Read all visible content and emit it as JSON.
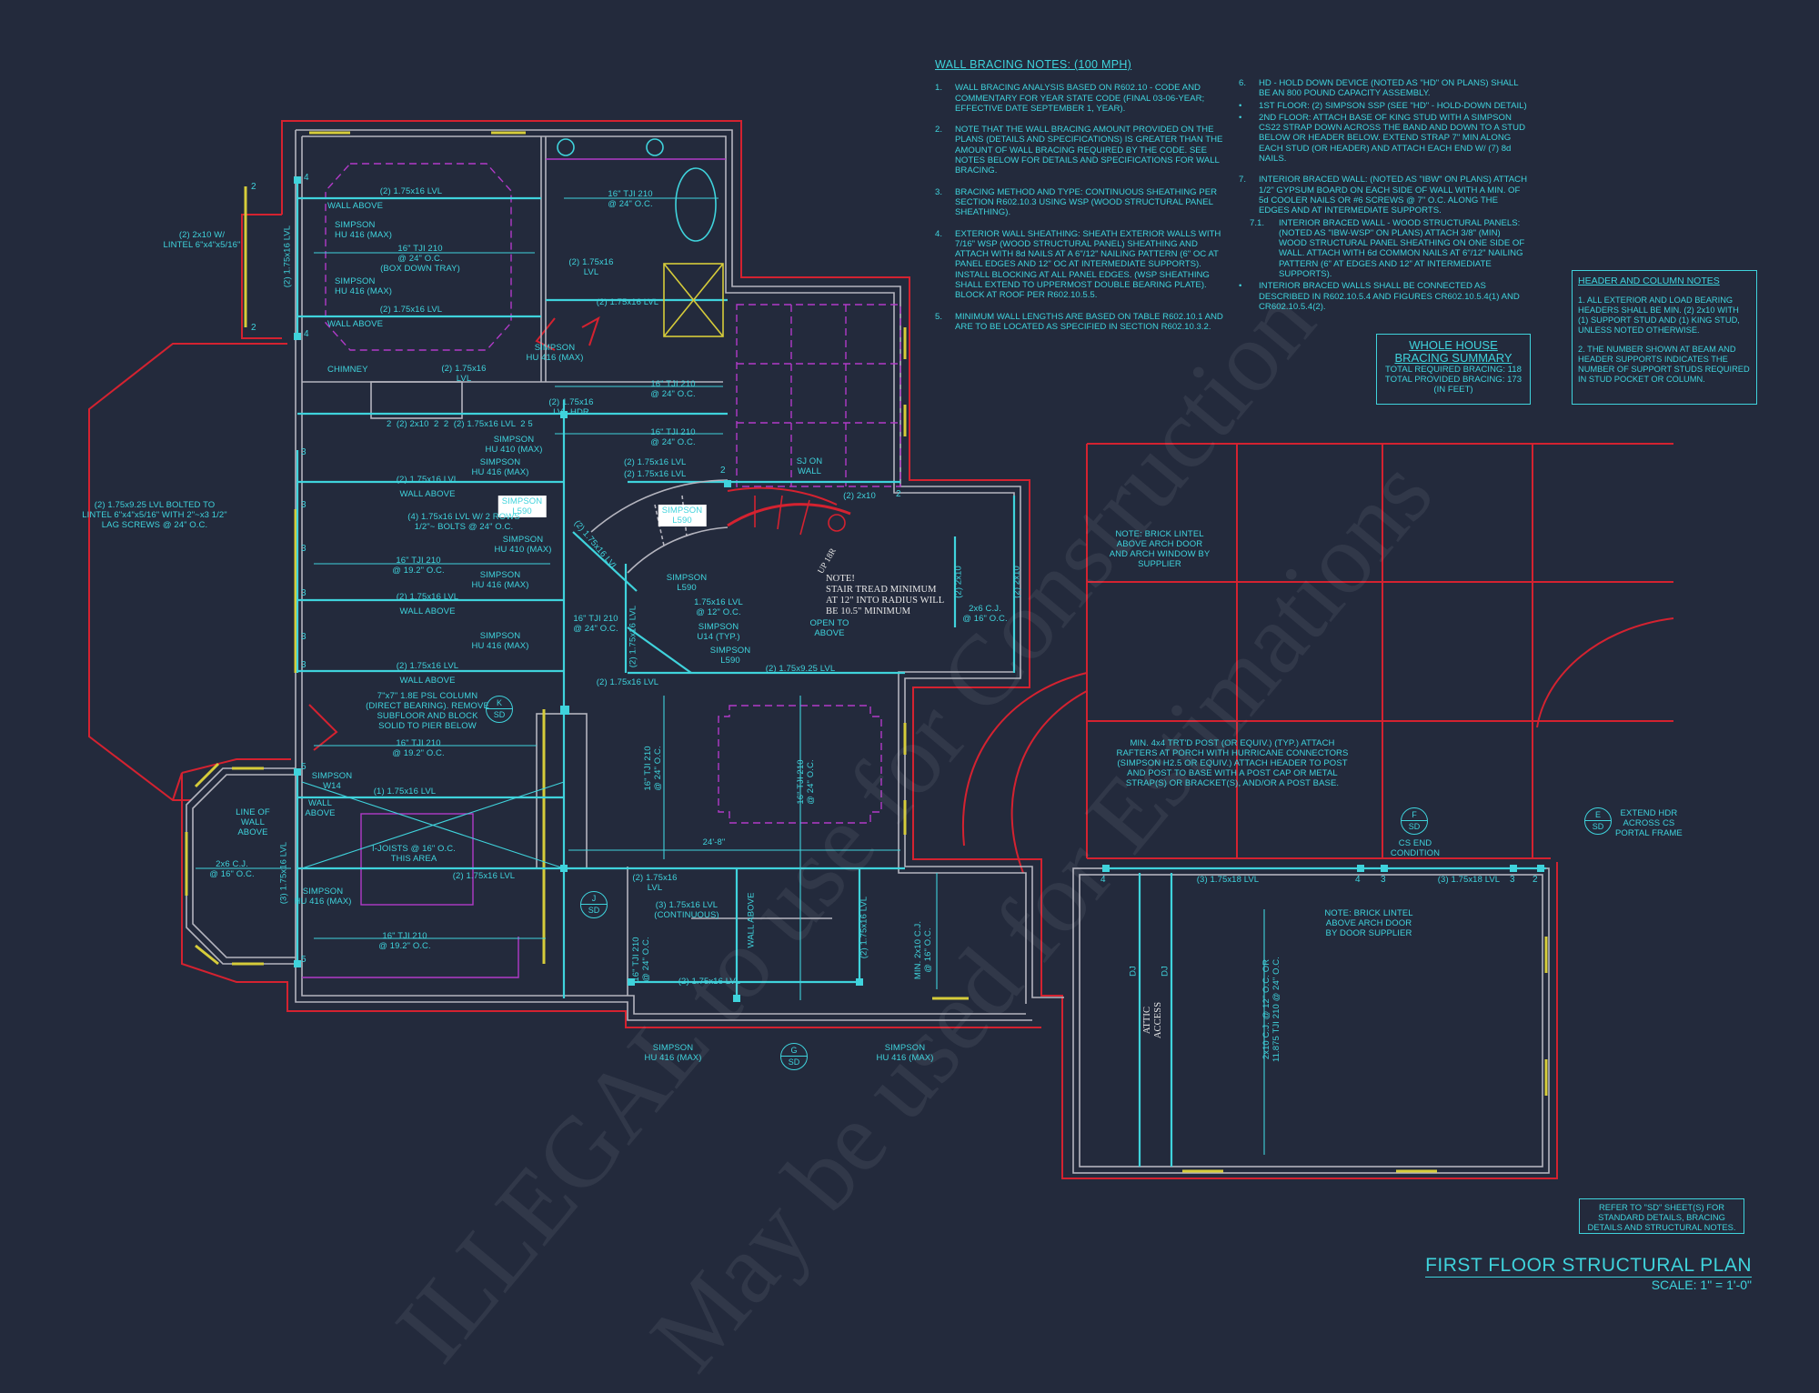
{
  "colors": {
    "background": "#232a3c",
    "structure": "#3fd3dc",
    "walls": "#b4b4be",
    "outline": "#d42230",
    "overhead": "#b13ac8",
    "windows": "#d6cc3a"
  },
  "wall_bracing_notes": {
    "title": "WALL BRACING NOTES: (100 MPH)",
    "items": [
      {
        "num": "1.",
        "text": "WALL BRACING ANALYSIS BASED ON R602.10 - CODE AND COMMENTARY FOR YEAR STATE CODE (FINAL 03-06-YEAR; EFFECTIVE DATE SEPTEMBER 1, YEAR)."
      },
      {
        "num": "2.",
        "text": "NOTE THAT THE WALL BRACING AMOUNT PROVIDED ON THE PLANS (DETAILS AND SPECIFICATIONS) IS GREATER THAN THE AMOUNT OF WALL BRACING REQUIRED BY THE CODE. SEE NOTES BELOW FOR DETAILS AND SPECIFICATIONS FOR WALL BRACING."
      },
      {
        "num": "3.",
        "text": "BRACING METHOD AND TYPE: CONTINUOUS SHEATHING PER SECTION R602.10.3 USING WSP (WOOD STRUCTURAL PANEL SHEATHING)."
      },
      {
        "num": "4.",
        "text": "EXTERIOR WALL SHEATHING: SHEATH EXTERIOR WALLS WITH 7/16\" WSP (WOOD STRUCTURAL PANEL) SHEATHING AND ATTACH WITH 8d NAILS AT A 6\"/12\" NAILING PATTERN (6\" OC AT PANEL EDGES AND 12\" OC AT INTERMEDIATE SUPPORTS). INSTALL BLOCKING AT ALL PANEL EDGES. (WSP SHEATHING SHALL EXTEND TO UPPERMOST DOUBLE BEARING PLATE). BLOCK AT ROOF PER R602.10.5.5."
      },
      {
        "num": "5.",
        "text": "MINIMUM WALL LENGTHS ARE BASED ON TABLE R602.10.1 AND ARE TO BE LOCATED AS SPECIFIED IN SECTION R602.10.3.2."
      }
    ]
  },
  "wall_bracing_notes_cont": [
    {
      "num": "6.",
      "text": "HD - HOLD DOWN DEVICE (NOTED AS \"HD\" ON PLANS) SHALL BE AN 800 POUND CAPACITY ASSEMBLY."
    },
    {
      "num": "•",
      "text": "1ST FLOOR: (2) SIMPSON SSP (SEE \"HD\" - HOLD-DOWN DETAIL)"
    },
    {
      "num": "•",
      "text": "2ND FLOOR: ATTACH BASE OF KING STUD WITH A SIMPSON CS22 STRAP DOWN ACROSS THE BAND AND DOWN TO A STUD BELOW OR HEADER BELOW. EXTEND STRAP 7\" MIN ALONG EACH STUD (OR HEADER) AND ATTACH EACH END W/ (7) 8d NAILS."
    },
    {
      "num": "7.",
      "text": "INTERIOR BRACED WALL: (NOTED AS \"IBW\" ON PLANS) ATTACH 1/2\" GYPSUM BOARD ON EACH SIDE OF WALL WITH A MIN. OF 5d COOLER NAILS OR #6 SCREWS @ 7\" O.C. ALONG THE EDGES AND AT INTERMEDIATE SUPPORTS."
    },
    {
      "num": "7.1.",
      "text": "INTERIOR BRACED WALL - WOOD STRUCTURAL PANELS: (NOTED AS \"IBW-WSP\" ON PLANS) ATTACH 3/8\" (MIN) WOOD STRUCTURAL PANEL SHEATHING ON ONE SIDE OF WALL. ATTACH WITH 6d COMMON NAILS AT 6\"/12\" NAILING PATTERN (6\" AT EDGES AND 12\" AT INTERMEDIATE SUPPORTS)."
    },
    {
      "num": "•",
      "text": "INTERIOR BRACED WALLS SHALL BE CONNECTED AS DESCRIBED IN R602.10.5.4 AND FIGURES CR602.10.5.4(1) AND CR602.10.5.4(2)."
    }
  ],
  "bracing_summary": {
    "title_line1": "WHOLE HOUSE",
    "title_line2": "BRACING SUMMARY",
    "required": "TOTAL REQUIRED BRACING: 118",
    "provided": "TOTAL PROVIDED BRACING: 173",
    "unit": "(IN FEET)"
  },
  "header_column_notes": {
    "title": "HEADER AND COLUMN NOTES",
    "items": [
      "1. ALL EXTERIOR AND LOAD BEARING HEADERS SHALL BE MIN. (2) 2x10 WITH (1) SUPPORT STUD AND (1) KING STUD, UNLESS NOTED OTHERWISE.",
      "2. THE NUMBER SHOWN AT BEAM AND HEADER SUPPORTS INDICATES THE NUMBER OF SUPPORT STUDS REQUIRED IN STUD POCKET OR COLUMN."
    ]
  },
  "refer_note": "REFER TO \"SD\" SHEET(S) FOR STANDARD DETAILS, BRACING DETAILS AND STRUCTURAL NOTES.",
  "drawing_title": "FIRST FLOOR STRUCTURAL PLAN",
  "drawing_scale": "SCALE: 1\" = 1'-0\"",
  "watermark": [
    "ILLEGAL to use for Construction",
    "May be used for Estimations"
  ],
  "bubbles": [
    {
      "top": "K",
      "bottom": "SD"
    },
    {
      "top": "J",
      "bottom": "SD"
    },
    {
      "top": "G",
      "bottom": "SD"
    },
    {
      "top": "F",
      "bottom": "SD"
    },
    {
      "top": "E",
      "bottom": "SD"
    }
  ],
  "support_counts": [
    "4",
    "4",
    "2",
    "2",
    "3",
    "3",
    "3",
    "3",
    "3",
    "3",
    "5",
    "5",
    "2",
    "2",
    "4",
    "4",
    "3",
    "2",
    "3"
  ],
  "plan": {
    "labels": [
      "(2) 2x10 W/\nLINTEL 6\"x4\"x5/16\"",
      "(2) 1.75x16 LVL",
      "WALL ABOVE",
      "SIMPSON\nHU 416 (MAX)",
      "16\" TJI 210\n@ 24\" O.C.\n(BOX DOWN TRAY)",
      "SIMPSON\nHU 416 (MAX)",
      "(2) 1.75x16 LVL",
      "WALL ABOVE",
      "(2) 1.75x16 LVL",
      "16\" TJI 210\n@ 24\" O.C.",
      "(2) 1.75x16\nLVL",
      "(2) 1.75x16 LVL",
      "SIMPSON\nHU 416 (MAX)",
      "CHIMNEY",
      "(2) 1.75x16\nLVL",
      "(2) 1.75x16\nLVL HDR",
      "16\" TJI 210\n@ 24\" O.C.",
      "2  (2) 2x10  2  2  (2) 1.75x16 LVL  2 5",
      "16\" TJI 210\n@ 24\" O.C.",
      "SIMPSON\nHU 410 (MAX)",
      "SIMPSON\nHU 416 (MAX)",
      "(2) 1.75x16 LVL",
      "WALL ABOVE",
      "SIMPSON\nL590",
      "(4) 1.75x16 LVL W/ 2 ROWS\n1/2\"~ BOLTS @ 24\" O.C.",
      "SIMPSON\nHU 410 (MAX)",
      "16\" TJI 210\n@ 19.2\" O.C.",
      "SIMPSON\nHU 416 (MAX)",
      "(2) 1.75x16 LVL",
      "WALL ABOVE",
      "SIMPSON\nHU 416 (MAX)",
      "(2) 1.75x16 LVL",
      "WALL ABOVE",
      "(2) 1.75x9.25 LVL BOLTED TO\nLINTEL 6\"x4\"x5/16\" WITH 2\"~x3 1/2\"\nLAG SCREWS @ 24\" O.C.",
      "7\"x7\" 1.8E PSL COLUMN\n(DIRECT BEARING). REMOVE\nSUBFLOOR AND BLOCK\nSOLID TO PIER BELOW",
      "16\" TJI 210\n@ 19.2\" O.C.",
      "SIMPSON\nW14",
      "(1) 1.75x16 LVL",
      "WALL\nABOVE",
      "LINE OF\nWALL\nABOVE",
      "I-JOISTS @ 16\" O.C.\nTHIS AREA",
      "(2) 1.75x16 LVL",
      "2x6 C.J.\n@ 16\" O.C.",
      "(3) 1.75x16 LVL",
      "SIMPSON\nHU 416 (MAX)",
      "16\" TJI 210\n@ 19.2\" O.C.",
      "(2) 1.75x16\nLVL",
      "(3) 1.75x16 LVL\n(CONTINUOUS)",
      "16\" TJI 210\n@ 24\" O.C.",
      "16\" TJI 210\n@ 24\" O.C.",
      "16\" TJI 210\n@ 24\" O.C.",
      "24'-8\"",
      "WALL ABOVE",
      "(2) 1.75x16 LVL",
      "MIN. 2x10 C.J.\n@ 16\" O.C.",
      "(2) 1.75x16 LVL",
      "SIMPSON\nHU 416 (MAX)",
      "SIMPSON\nHU 416 (MAX)",
      "(2) 1.75x16 LVL",
      "(2) 1.75x16 LVL",
      "SIMPSON\nL590",
      "SJ ON\nWALL",
      "(2) 2x10",
      "UP 18R",
      "NOTE!\nSTAIR TREAD MINIMUM\nAT 12\" INTO RADIUS WILL\nBE 10.5\" MINIMUM",
      "SIMPSON\nL590",
      "1.75x16 LVL\n@ 12\" O.C.",
      "SIMPSON\nU14 (TYP.)",
      "SIMPSON\nL590",
      "OPEN TO\nABOVE",
      "(2) 1.75x9.25 LVL",
      "(2) 1.75x16 LVL",
      "16\" TJI 210\n@ 24\" O.C.",
      "(2) 1.75x16 LVL",
      "(2) 1.75x16 LVL",
      "(2) 2x10",
      "(2) 2x10",
      "2x6 C.J.\n@ 16\" O.C.",
      "NOTE: BRICK LINTEL\nABOVE ARCH DOOR\nAND ARCH WINDOW BY\nSUPPLIER",
      "MIN. 4x4 TRT'D POST (OR EQUIV.) (TYP.) ATTACH\nRAFTERS AT PORCH WITH HURRICANE CONNECTORS\n(SIMPSON H2.5 OR EQUIV.) ATTACH HEADER TO POST\nAND POST TO BASE WITH A POST CAP OR METAL\nSTRAP(S) OR BRACKET(S), AND/OR A POST BASE.",
      "(3) 1.75x18 LVL",
      "(3) 1.75x18 LVL",
      "NOTE: BRICK LINTEL\nABOVE ARCH DOOR\nBY DOOR SUPPLIER",
      "CS END\nCONDITION",
      "EXTEND HDR\nACROSS CS\nPORTAL FRAME",
      "DJ",
      "DJ",
      "ATTIC\nACCESS",
      "2x10 C.J. @ 12\" O.C. OR\n11.875 TJI 210 @ 24\" O.C."
    ]
  }
}
